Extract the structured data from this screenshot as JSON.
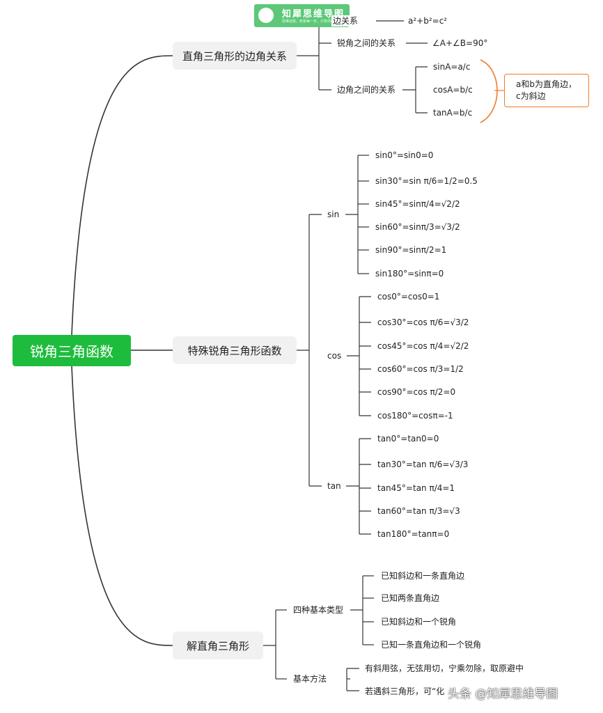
{
  "root": "锐角三角函数",
  "branches": {
    "edge_relations": {
      "title": "直角三角形的边角关系",
      "items": {
        "sides": {
          "label": "边关系",
          "value": "a²+b²=c²"
        },
        "acute": {
          "label": "锐角之间的关系",
          "value": "∠A+∠B=90°"
        },
        "edge_angle": {
          "label": "边角之间的关系",
          "values": [
            "sinA=a/c",
            "cosA=b/c",
            "tanA=b/c"
          ]
        }
      },
      "note": [
        "a和b为直角边，",
        "c为斜边"
      ]
    },
    "special": {
      "title": "特殊锐角三角形函数",
      "groups": {
        "sin": {
          "label": "sin",
          "values": [
            "sin0°=sin0=0",
            "sin30°=sin π/6=1/2=0.5",
            "sin45°=sinπ/4=√2/2",
            "sin60°=sinπ/3=√3/2",
            "sin90°=sinπ/2=1",
            "sin180°=sinπ=0"
          ]
        },
        "cos": {
          "label": "cos",
          "values": [
            "cos0°=cos0=1",
            "cos30°=cos π/6=√3/2",
            "cos45°=cos π/4=√2/2",
            "cos60°=cos π/3=1/2",
            "cos90°=cos π/2=0",
            "cos180°=cosπ=-1"
          ]
        },
        "tan": {
          "label": "tan",
          "values": [
            "tan0°=tan0=0",
            "tan30°=tan π/6=√3/3",
            "tan45°=tan π/4=1",
            "tan60°=tan π/3=√3",
            "tan180°=tanπ=0"
          ]
        }
      }
    },
    "solve": {
      "title": "解直角三角形",
      "types": {
        "label": "四种基本类型",
        "values": [
          "已知斜边和一条直角边",
          "已知两条直角边",
          "已知斜边和一个锐角",
          "已知一条直角边和一个锐角"
        ]
      },
      "methods": {
        "label": "基本方法",
        "values": [
          "有斜用弦，无弦用切，宁乘勿除，取原避中",
          "若遇斜三角形，可“化"
        ]
      }
    }
  },
  "logo": {
    "title": "知犀思维导图",
    "subtitle": "思维创意，积累每一天，只有你的脑袋"
  },
  "watermark": "头条 @知犀思维导图",
  "colors": {
    "root": "#1ebc3c",
    "branch_bg": "#f1f1f1",
    "line": "#333333",
    "note_border": "#f07a2a",
    "logo_bg": "#5cc878"
  }
}
